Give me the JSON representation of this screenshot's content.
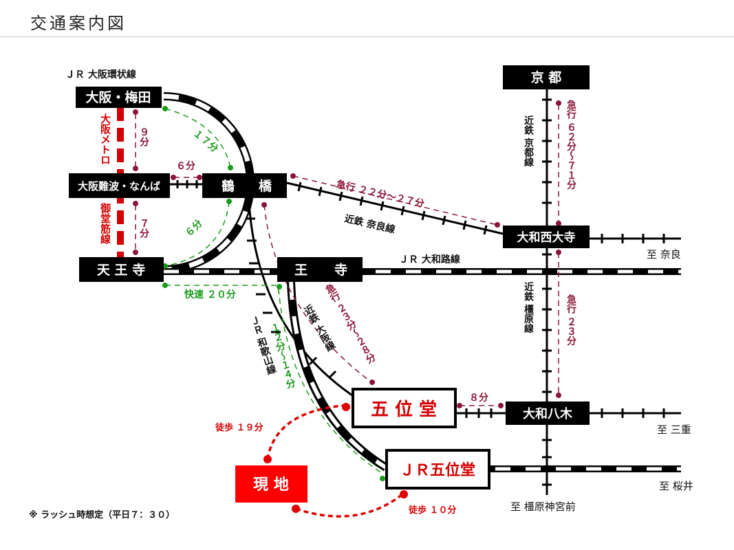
{
  "header": {
    "title": "交通案内図"
  },
  "colors": {
    "rail": "#000000",
    "subway": "#d40000",
    "jr_time": "#1a9a1a",
    "kintetsu_time": "#8a1538",
    "walk": "#e00000",
    "destination": "#ff0000"
  },
  "lines": {
    "jr_loop": "ＪＲ 大阪環状線",
    "metro_a": "大阪メトロ",
    "metro_b": "御堂筋線",
    "kintetsu_nara": "近鉄 奈良線",
    "kintetsu_kyoto": "近鉄 京都線",
    "kintetsu_kashihara": "近鉄 橿原線",
    "jr_yamatoji": "ＪＲ 大和路線",
    "jr_wakayama": "ＪＲ 和歌山線",
    "kintetsu_osaka": "近鉄 大阪線"
  },
  "stations": {
    "umeda": "大阪・梅田",
    "namba": "大阪難波・なんば",
    "tsuruhashi_a": "鶴",
    "tsuruhashi_b": "橋",
    "tennoji": "天 王 寺",
    "ouji_a": "王",
    "ouji_b": "寺",
    "kyoto": "京 都",
    "saidaiji": "大和西大寺",
    "yagi": "大和八木",
    "godo": "五 位 堂",
    "jr_godo": "ＪＲ五位堂",
    "site": "現 地"
  },
  "times": {
    "umeda_namba": "９分",
    "namba_tennoji": "７分",
    "namba_tsuruhashi": "６分",
    "umeda_tsuruhashi": "１７分",
    "tsuruhashi_tennoji": "６分",
    "tennoji_ouji": "快速 ２０分",
    "tsuruhashi_saidaiji": "急行 ２２分～２７分",
    "kyoto_saidaiji": "急行 ６２分～７１分",
    "saidaiji_yagi": "急行 ２３分",
    "tsuruhashi_godo": "急行 ２３分～２８分",
    "ouji_jrgodo": "１２分～１４分",
    "godo_yagi": "８分",
    "walk_godo": "徒歩 １９分",
    "walk_jrgodo": "徒歩 １０分"
  },
  "directions": {
    "nara": "至 奈良",
    "mie": "至 三重",
    "sakurai": "至 桜井",
    "kashihara": "至 橿原神宮前"
  },
  "note": "※ ラッシュ時想定（平日７：３０）"
}
